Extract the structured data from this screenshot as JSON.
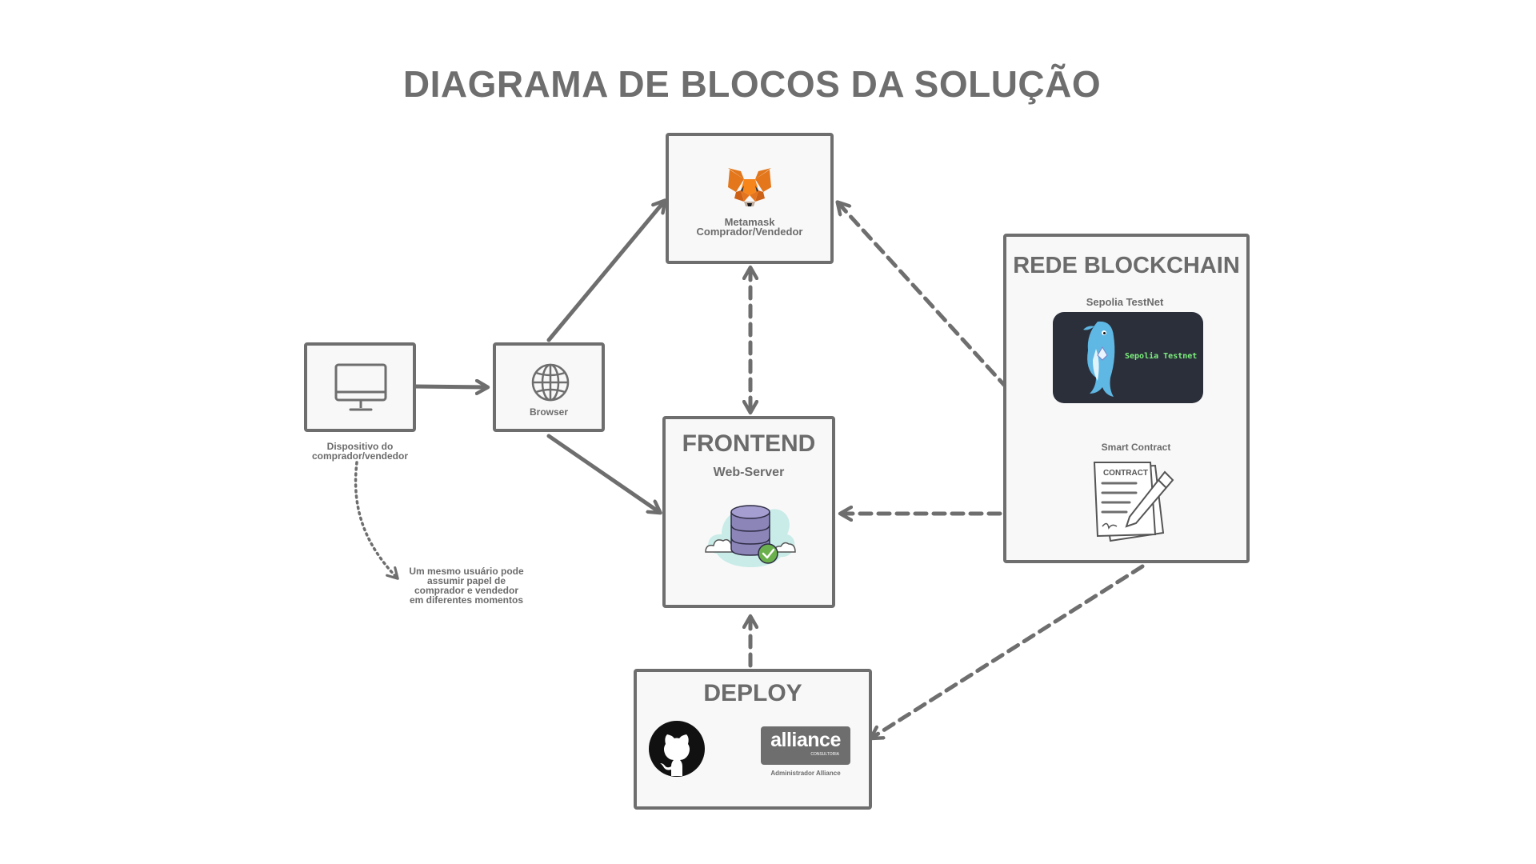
{
  "title": "DIAGRAMA DE BLOCOS DA SOLUÇÃO",
  "device": {
    "label_line1": "Dispositivo do",
    "label_line2": "comprador/vendedor"
  },
  "browser": {
    "label": "Browser"
  },
  "metamask": {
    "label_line1": "Metamask",
    "label_line2": "Comprador/Vendedor"
  },
  "frontend": {
    "title": "FRONTEND",
    "subtitle": "Web-Server"
  },
  "deploy": {
    "title": "DEPLOY",
    "admin_label": "Administrador Alliance",
    "alliance_logo": "alliance",
    "alliance_sub": "CONSULTORIA"
  },
  "blockchain": {
    "title": "REDE BLOCKCHAIN",
    "network_label": "Sepolia TestNet",
    "network_card_text": "Sepolia Testnet",
    "contract_label": "Smart Contract",
    "contract_doc_text": "CONTRACT"
  },
  "note": {
    "line1": "Um mesmo usuário pode",
    "line2": "assumir papel de",
    "line3": "comprador e vendedor",
    "line4": "em diferentes momentos"
  },
  "colors": {
    "stroke": "#6e6e6e",
    "box_bg": "#f8f8f8",
    "fox": "#e2761b",
    "db": "#8b85b8",
    "cloud": "#c9ece8",
    "check": "#6ab04c",
    "card_bg": "#2b2f3a",
    "card_text": "#7cf07c"
  }
}
